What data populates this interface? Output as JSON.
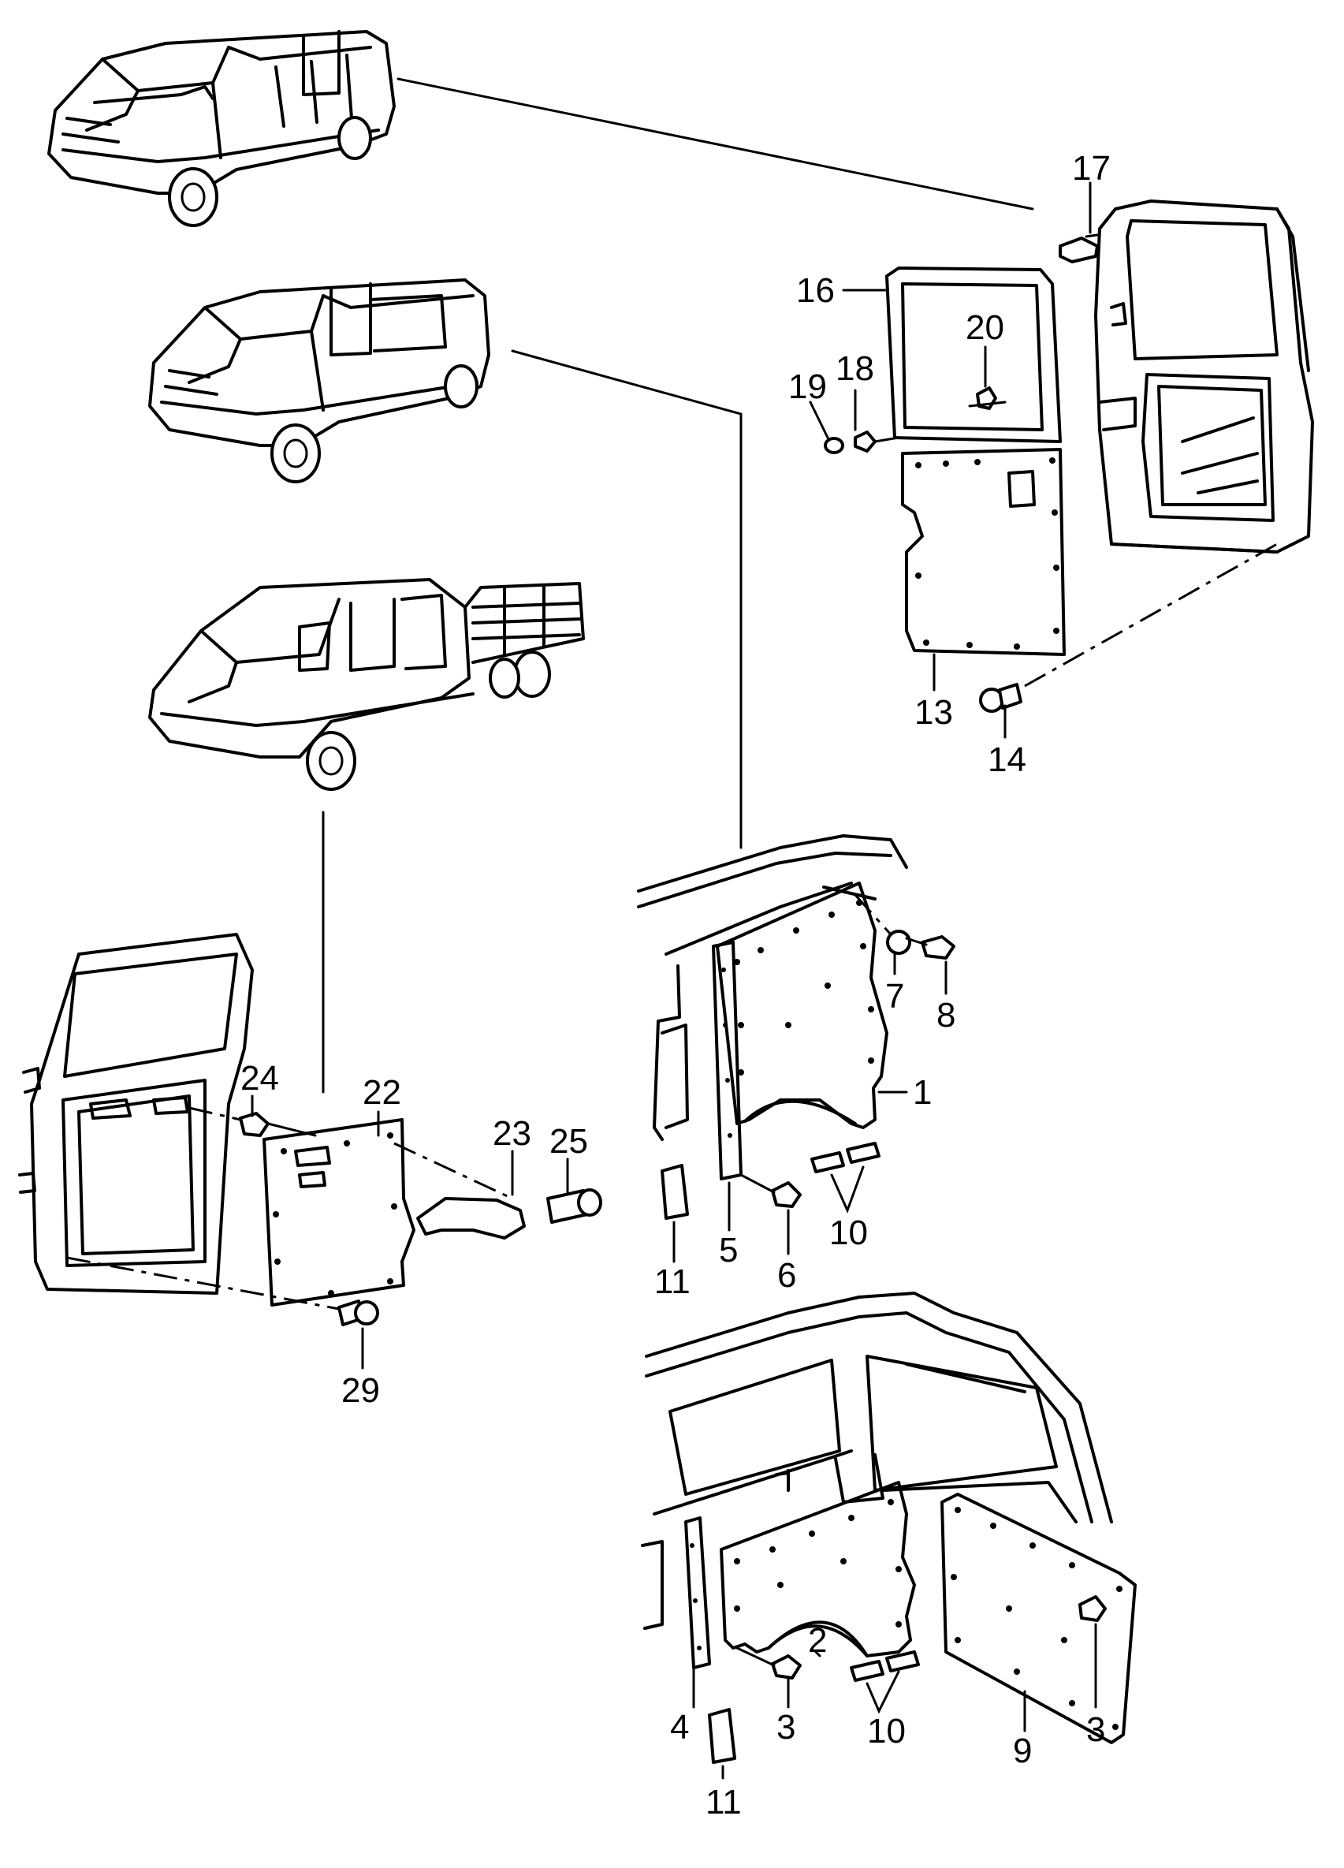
{
  "callouts": {
    "c1": "1",
    "c2": "2",
    "c3a": "3",
    "c3b": "3",
    "c4": "4",
    "c5": "5",
    "c6": "6",
    "c7": "7",
    "c8": "8",
    "c9": "9",
    "c10a": "10",
    "c10b": "10",
    "c11a": "11",
    "c11b": "11",
    "c13": "13",
    "c14": "14",
    "c16": "16",
    "c17": "17",
    "c18": "18",
    "c19": "19",
    "c20": "20",
    "c22": "22",
    "c23": "23",
    "c24": "24",
    "c25": "25",
    "c29": "29"
  },
  "colors": {
    "line": "#000000",
    "background": "#ffffff"
  }
}
